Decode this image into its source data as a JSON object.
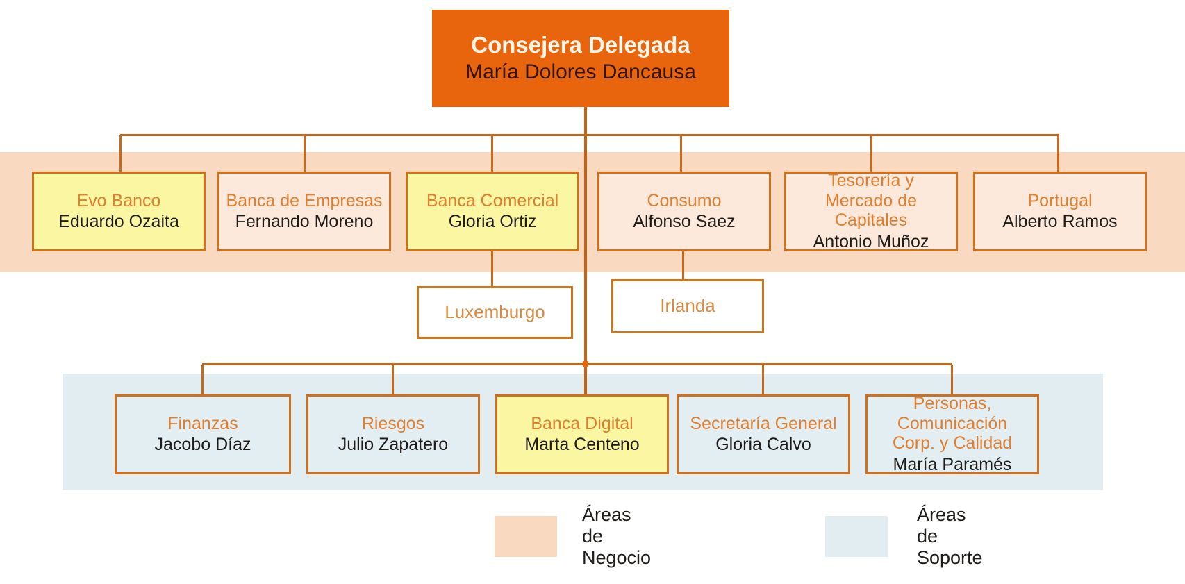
{
  "chart": {
    "type": "org-chart",
    "root": {
      "title": "Consejera Delegada",
      "name": "María Dolores Dancausa"
    },
    "business_areas": {
      "boxes": [
        {
          "title": "Evo Banco",
          "name": "Eduardo Ozaita",
          "fill": "yellow"
        },
        {
          "title": "Banca de Empresas",
          "name": "Fernando Moreno",
          "fill": "peach"
        },
        {
          "title": "Banca Comercial",
          "name": "Gloria Ortiz",
          "fill": "yellow"
        },
        {
          "title": "Consumo",
          "name": "Alfonso Saez",
          "fill": "peach"
        },
        {
          "title": "Tesorería y\nMercado de\nCapitales",
          "name": "Antonio Muñoz",
          "fill": "peach"
        },
        {
          "title": "Portugal",
          "name": "Alberto Ramos",
          "fill": "peach"
        }
      ]
    },
    "subsidiaries": [
      {
        "title": "Luxemburgo",
        "parent": "Banca Comercial"
      },
      {
        "title": "Irlanda",
        "parent": "Consumo"
      }
    ],
    "support_areas": {
      "boxes": [
        {
          "title": "Finanzas",
          "name": "Jacobo Díaz",
          "fill": "blue"
        },
        {
          "title": "Riesgos",
          "name": "Julio Zapatero",
          "fill": "blue"
        },
        {
          "title": "Banca Digital",
          "name": "Marta Centeno",
          "fill": "yellow"
        },
        {
          "title": "Secretaría General",
          "name": "Gloria Calvo",
          "fill": "blue"
        },
        {
          "title": "Personas,\nComunicación\nCorp. y Calidad",
          "name": "María Paramés",
          "fill": "blue"
        }
      ]
    },
    "legend": {
      "items": [
        {
          "label": "Áreas de Negocio",
          "color": "#FAD9C1"
        },
        {
          "label": "Áreas de Soporte",
          "color": "#E2EDF1"
        }
      ]
    },
    "colors": {
      "root_box": "#E8650E",
      "business_band": "#FAD9C1",
      "support_band": "#E2EDF1",
      "highlight_yellow": "#FAF6A1",
      "box_peach": "#FCE9DB",
      "box_blue": "#E3EEF2",
      "border_orange": "#D0701C",
      "title_orange": "#E07E2F",
      "connector": "#C7691D"
    }
  }
}
